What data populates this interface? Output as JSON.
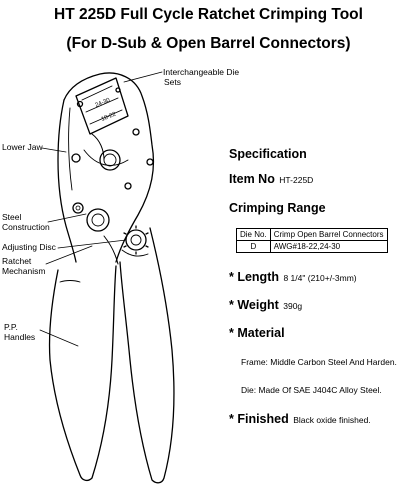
{
  "title": {
    "line1": "HT 225D Full Cycle Ratchet Crimping Tool",
    "line2": "(For D-Sub & Open Barrel Connectors)"
  },
  "callouts": {
    "die_sets_line1": "Interchangeable Die",
    "die_sets_line2": "Sets",
    "lower_jaw": "Lower Jaw",
    "steel_line1": "Steel",
    "steel_line2": "Construction",
    "adjusting_disc": "Adjusting Disc",
    "ratchet_line1": "Ratchet",
    "ratchet_line2": "Mechanism",
    "handles_line1": "P.P.",
    "handles_line2": "Handles"
  },
  "die_markings": [
    "24-30",
    "18-22"
  ],
  "spec": {
    "heading": "Specification",
    "item_no_label": "Item No",
    "item_no_value": "HT-225D",
    "crimping_range_heading": "Crimping Range",
    "table": {
      "headers": [
        "Die No.",
        "Crimp Open Barrel Connectors"
      ],
      "rows": [
        [
          "D",
          "AWG#18-22,24-30"
        ]
      ]
    },
    "length_label": "* Length",
    "length_value": "8 1/4\" (210+/-3mm)",
    "weight_label": "* Weight",
    "weight_value": "390g",
    "material_label": "* Material",
    "material_frame": "Frame: Middle Carbon Steel And Harden.",
    "material_die": "Die: Made Of SAE J404C Alloy Steel.",
    "finished_label": "* Finished",
    "finished_value": "Black oxide finished."
  }
}
